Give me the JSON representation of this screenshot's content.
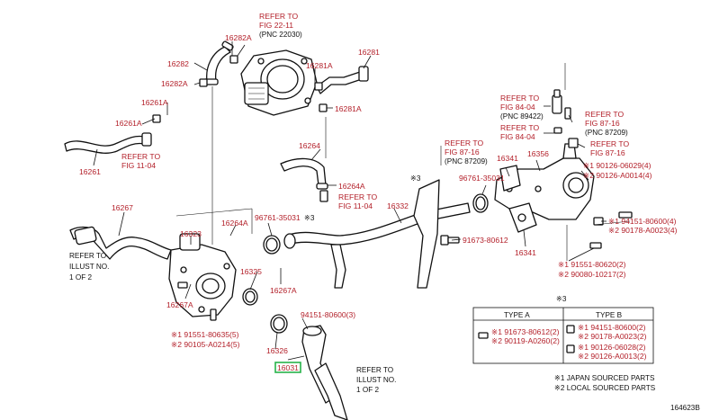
{
  "colors": {
    "part_number": "#b3202a",
    "highlight": "#27b34a",
    "ink": "#111111"
  },
  "labels": {
    "ref_fig_22_11": [
      "REFER TO",
      "FIG 22-11",
      "(PNC 22030)"
    ],
    "p16282A_top": "16282A",
    "p16282": "16282",
    "p16282A_mid": "16282A",
    "p16281": "16281",
    "p16281A_top": "16281A",
    "p16281A_low": "16281A",
    "p16261A": "16261A",
    "p16261A_2": "16261A",
    "ref_fig_11_04_a": [
      "REFER TO",
      "FIG 11-04"
    ],
    "p16261": "16261",
    "p16264": "16264",
    "p16264A": "16264A",
    "ref_fig_11_04_b": [
      "REFER TO",
      "FIG 11-04"
    ],
    "p16267_top": "16267",
    "p16264A_2": "16264A",
    "p16323": "16323",
    "p96761_left": "96761-35031",
    "mark3_left": "※3",
    "p16325": "16325",
    "p16267A_left": "16267A",
    "p16267A_mid": "16267A",
    "p94151_left": "94151-80600(3)",
    "p16326": "16326",
    "p16031": "16031",
    "ref_illust_left": [
      "REFER TO",
      "ILLUST NO.",
      "1 OF 2"
    ],
    "ref_illust_bottom": [
      "REFER TO",
      "ILLUST NO.",
      "1 OF 2"
    ],
    "left_notes": [
      "※1 91551-80635(5)",
      "※2 90105-A0214(5)"
    ],
    "p16332": "16332",
    "ref_fig_87_16_a": [
      "REFER TO",
      "FIG 87-16",
      "(PNC 87209)"
    ],
    "mark3_mid": "※3",
    "p91673": "91673-80612",
    "p96761_right": "96761-35031",
    "p16341_top": "16341",
    "p16356": "16356",
    "p16341_low": "16341",
    "ref_fig_84_04_a": [
      "REFER TO",
      "FIG 84-04",
      "(PNC 89422)"
    ],
    "ref_fig_87_16_b": [
      "REFER TO",
      "FIG 87-16",
      "(PNC 87209)"
    ],
    "ref_fig_84_04_b": [
      "REFER TO",
      "FIG 84-04"
    ],
    "ref_fig_87_16_c": [
      "REFER TO",
      "FIG 87-16"
    ],
    "right_notes_a": [
      "※1 90126-06029(4)",
      "※2 90126-A0014(4)"
    ],
    "right_notes_b": [
      "※1 94151-80600(4)",
      "※2 90178-A0023(4)"
    ],
    "right_notes_c": [
      "※1 91551-80620(2)",
      "※2 90080-10217(2)"
    ],
    "table": {
      "mark": "※3",
      "type_a": "TYPE A",
      "type_b": "TYPE B",
      "type_a_rows": [
        "※1 91673-80612(2)",
        "※2 90119-A0260(2)"
      ],
      "type_b_rows_1": [
        "※1 94151-80600(2)",
        "※2 90178-A0023(2)"
      ],
      "type_b_rows_2": [
        "※1 90126-06028(2)",
        "※2 90126-A0013(2)"
      ]
    },
    "legend": [
      "※1 JAPAN SOURCED PARTS",
      "※2 LOCAL SOURCED PARTS"
    ],
    "diagram_id": "164623B"
  }
}
